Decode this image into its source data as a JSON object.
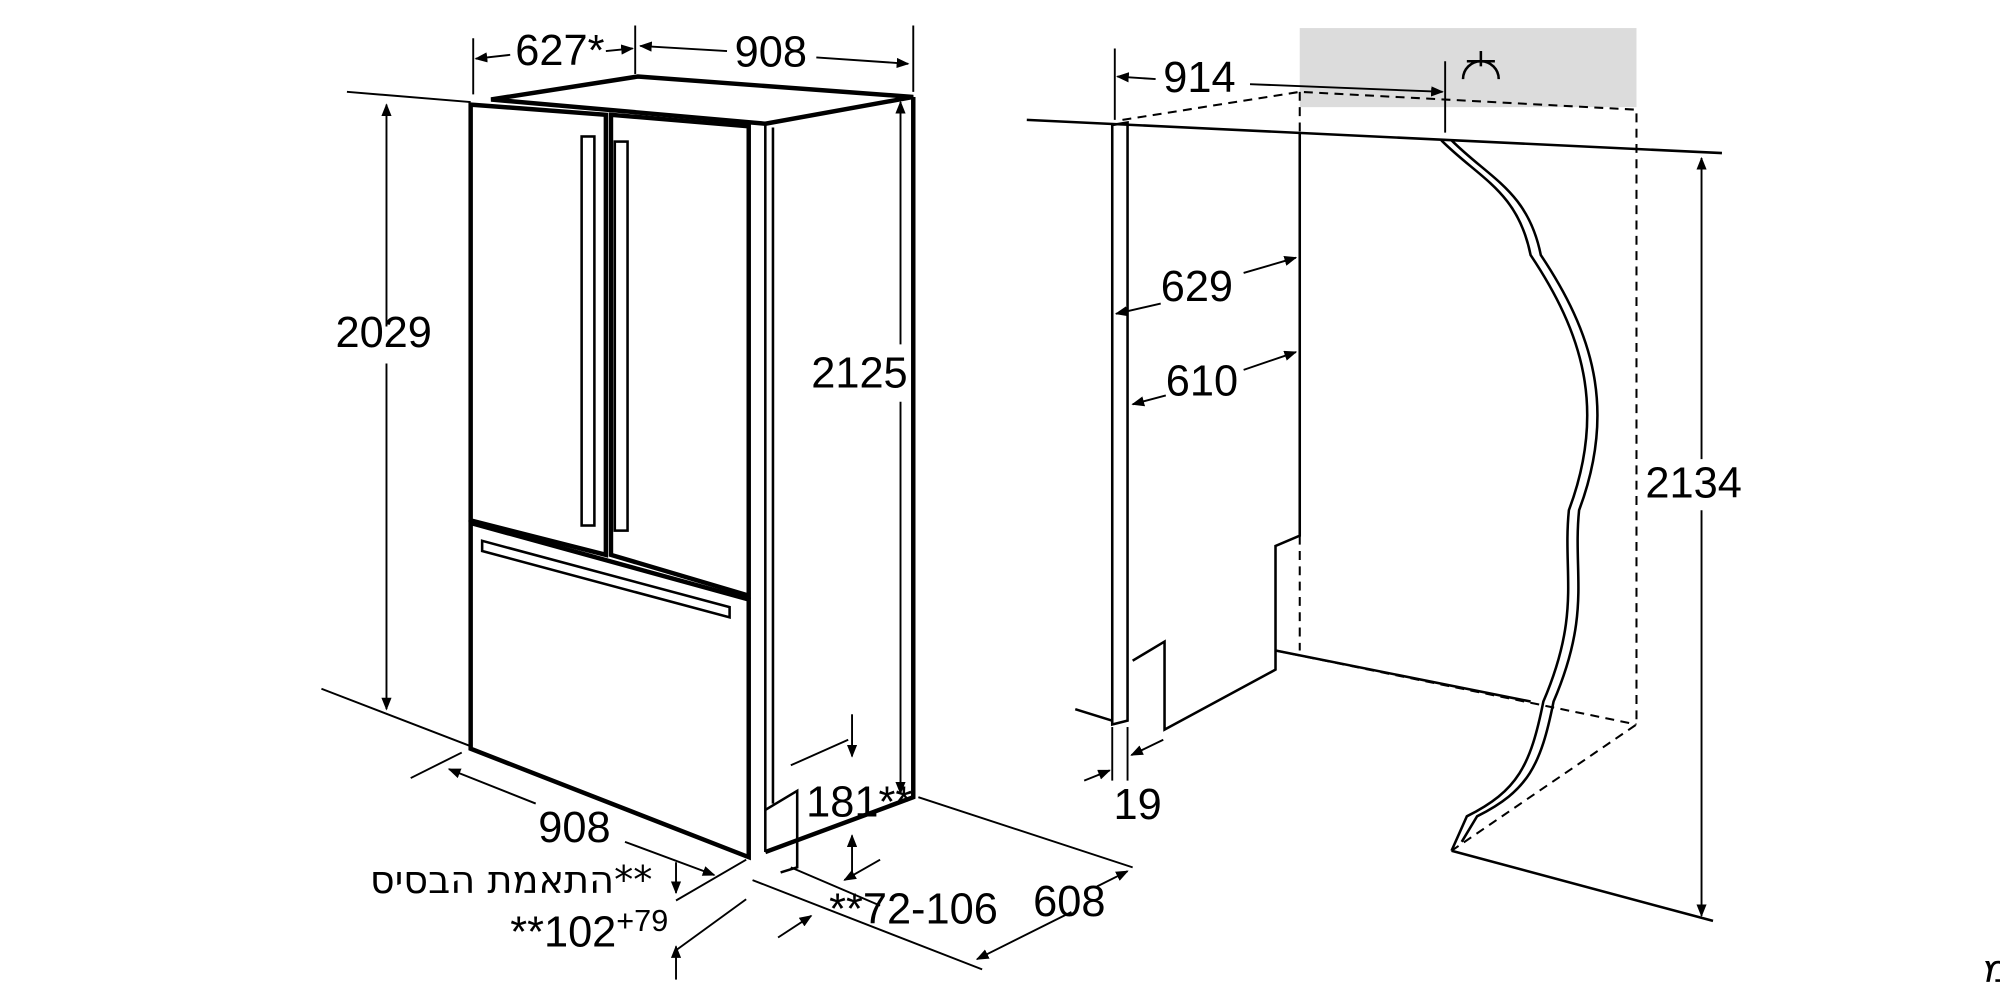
{
  "fridge": {
    "depth_top": "627*",
    "width_top": "908",
    "height_body": "2029",
    "height_total": "2125",
    "width_bottom": "908",
    "depth_bottom": "608",
    "base_height": "181**",
    "base_adj": "**72-106",
    "base_front_main": "**102",
    "base_front_sup": "+79"
  },
  "niche": {
    "width": "914",
    "depth_1": "629",
    "depth_2": "610",
    "height": "2134",
    "panel": "19"
  },
  "notes": {
    "base_adjustment": "**התאמת הבסיס",
    "units": "מידות במ\"מ"
  },
  "colors": {
    "shade": "#dcdcdc",
    "line": "#000000"
  }
}
